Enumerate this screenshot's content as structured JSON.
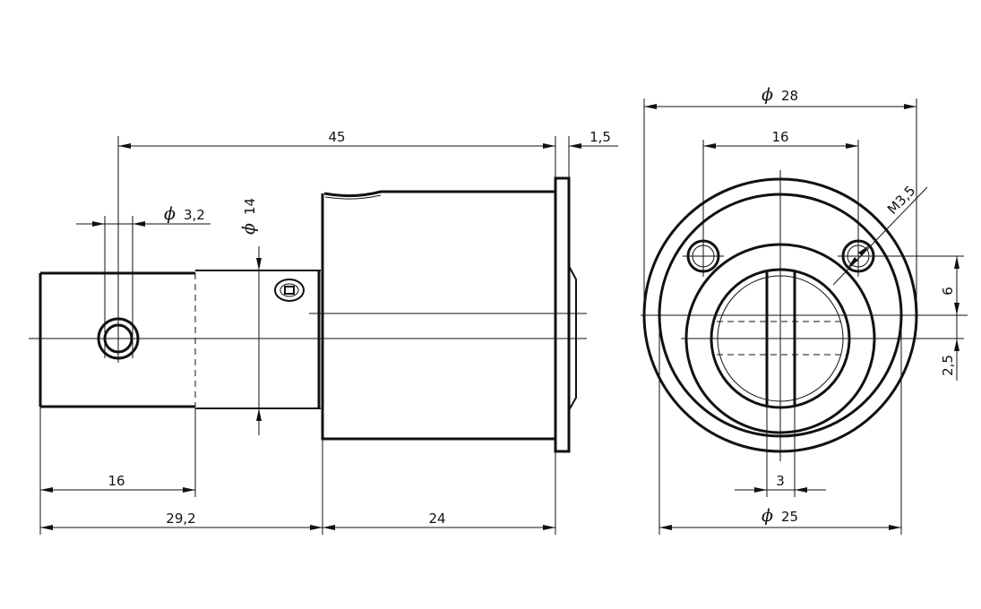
{
  "side_view": {
    "dim_overall_length": "45",
    "dim_flange_thickness": "1,5",
    "dim_hole_dia_symbol": "ϕ",
    "dim_hole_dia": "3,2",
    "dim_shaft_dia_symbol": "ϕ",
    "dim_shaft_dia": "14",
    "dim_shaft_step": "16",
    "dim_shaft_length": "29,2",
    "dim_body_length": "24"
  },
  "front_view": {
    "dim_outer_dia_symbol": "ϕ",
    "dim_outer_dia": "28",
    "dim_hole_spacing": "16",
    "dim_thread": "M3,5",
    "dim_offset_upper": "6",
    "dim_offset_lower": "2,5",
    "dim_slot_width": "3",
    "dim_body_dia_symbol": "ϕ",
    "dim_body_dia": "25"
  }
}
